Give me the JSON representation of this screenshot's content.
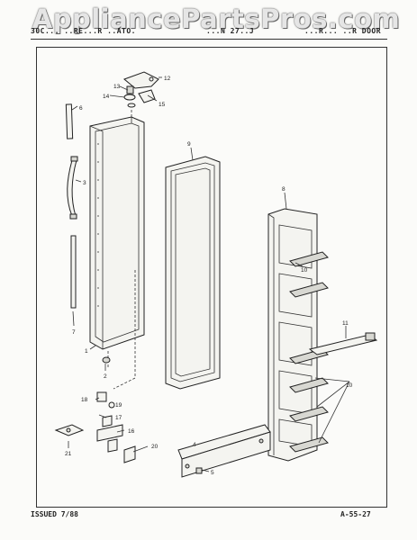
{
  "watermark": {
    "text": "AppliancePartsPros.com"
  },
  "header": {
    "left": "30C... ..RE...R ..ATO.",
    "center": "...N 27..J",
    "right": "...R... ..R DOOR"
  },
  "footer": {
    "issued": "ISSUED 7/88",
    "code": "A-55-27"
  },
  "callouts": [
    {
      "label": "1"
    },
    {
      "label": "2"
    },
    {
      "label": "3"
    },
    {
      "label": "4"
    },
    {
      "label": "5"
    },
    {
      "label": "6"
    },
    {
      "label": "7"
    },
    {
      "label": "8"
    },
    {
      "label": "9"
    },
    {
      "label": "10"
    },
    {
      "label": "10"
    },
    {
      "label": "10"
    },
    {
      "label": "11"
    },
    {
      "label": "12"
    },
    {
      "label": "13"
    },
    {
      "label": "14"
    },
    {
      "label": "15"
    },
    {
      "label": "16"
    },
    {
      "label": "17"
    },
    {
      "label": "18"
    },
    {
      "label": "19"
    },
    {
      "label": "20"
    },
    {
      "label": "21"
    }
  ]
}
